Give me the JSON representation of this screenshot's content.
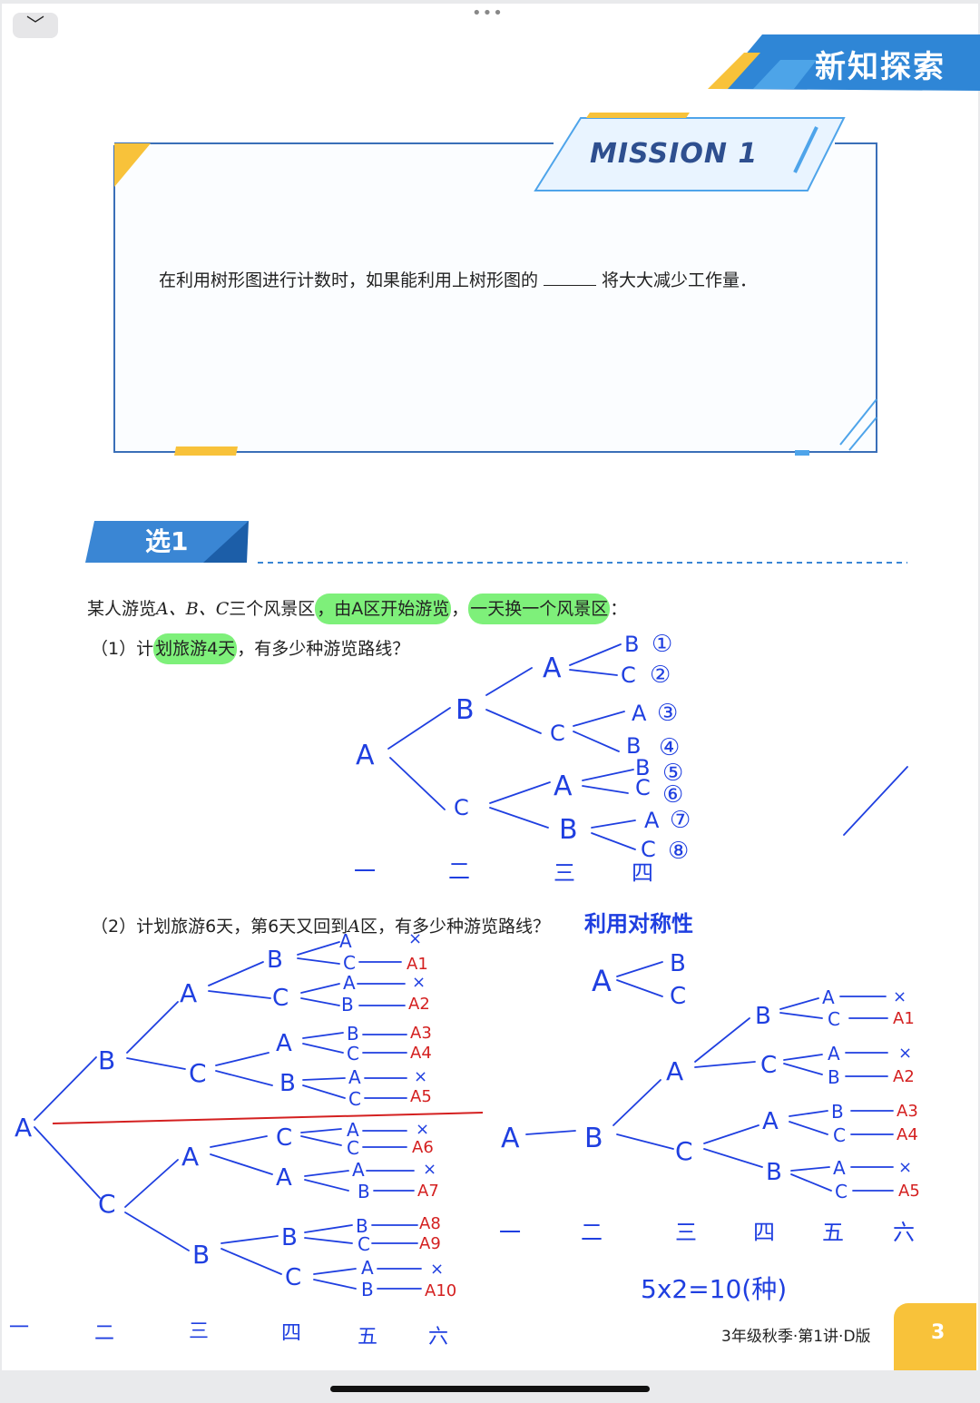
{
  "toolbar": {
    "collapse_glyph": "﹀",
    "more_glyph": "•••"
  },
  "header": {
    "banner_title": "新知探索"
  },
  "mission": {
    "label": "MISSION 1",
    "sentence_before": "在利用树形图进行计数时，如果能利用上树形图的",
    "sentence_after": "将大大减少工作量．"
  },
  "section": {
    "label": "选1"
  },
  "question": {
    "intro_pre": "某人游览",
    "intro_vars": "A、B、C",
    "intro_mid": "三个风景区",
    "intro_hl1": "，由A区开始游览",
    "intro_comma": "，",
    "intro_hl2": "一天换一个风景区",
    "intro_end": "：",
    "q1_pre": "（1）计",
    "q1_hl": "划旅游4天",
    "q1_post": "，有多少种游览路线？",
    "q2_pre": "（2）计划旅游6天，第6天又回到",
    "q2_var": "A",
    "q2_post": "区，有多少种游览路线？"
  },
  "handwriting": {
    "q1_tree": {
      "root": "A",
      "level2": [
        "B",
        "C"
      ],
      "level3": [
        "A",
        "C",
        "A",
        "B"
      ],
      "level4": [
        "B",
        "C",
        "A",
        "B",
        "B",
        "C",
        "A",
        "C"
      ],
      "circled_numbers": [
        "①",
        "②",
        "③",
        "④",
        "⑤",
        "⑥",
        "⑦",
        "⑧"
      ],
      "day_labels": [
        "一",
        "二",
        "三",
        "四"
      ]
    },
    "q2_note": "利用对称性",
    "q2_mini_tree": {
      "root": "A",
      "branches": [
        "B",
        "C"
      ]
    },
    "q2_left_tree": {
      "root": "A",
      "level2": [
        "B",
        "C"
      ],
      "level3": [
        "A",
        "C",
        "A",
        "B"
      ],
      "level4": [
        "B",
        "C",
        "A",
        "B",
        "C",
        "A",
        "B",
        "C"
      ],
      "level5": [
        "A",
        "C",
        "A",
        "B",
        "B",
        "C",
        "A",
        "C",
        "A",
        "C",
        "A",
        "B",
        "B",
        "C",
        "A",
        "B"
      ],
      "level6": [
        "×",
        "A1",
        "×",
        "A2",
        "A3",
        "A4",
        "×",
        "A5",
        "×",
        "A6",
        "×",
        "A7",
        "A8",
        "A9",
        "×",
        "A10"
      ],
      "day_labels": [
        "一",
        "二",
        "三",
        "四",
        "五",
        "六"
      ]
    },
    "q2_right_tree": {
      "chain": [
        "A",
        "B"
      ],
      "level3": [
        "A",
        "C"
      ],
      "level4": [
        "B",
        "C",
        "A",
        "B"
      ],
      "level5": [
        "A",
        "C",
        "A",
        "B",
        "B",
        "C",
        "A",
        "C"
      ],
      "level6": [
        "×",
        "A1",
        "×",
        "A2",
        "A3",
        "A4",
        "×",
        "A5"
      ],
      "day_labels": [
        "一",
        "二",
        "三",
        "四",
        "五",
        "六"
      ]
    },
    "answer": "5x2=10(种)"
  },
  "footer": {
    "text": "3年级秋季·第1讲·D版",
    "page_number": "3"
  },
  "colors": {
    "ink_blue": "#1f3fe0",
    "ink_red": "#d42020",
    "highlight": "#7ef07a",
    "brand_blue": "#2f86d6",
    "brand_yellow": "#f8c23a"
  }
}
